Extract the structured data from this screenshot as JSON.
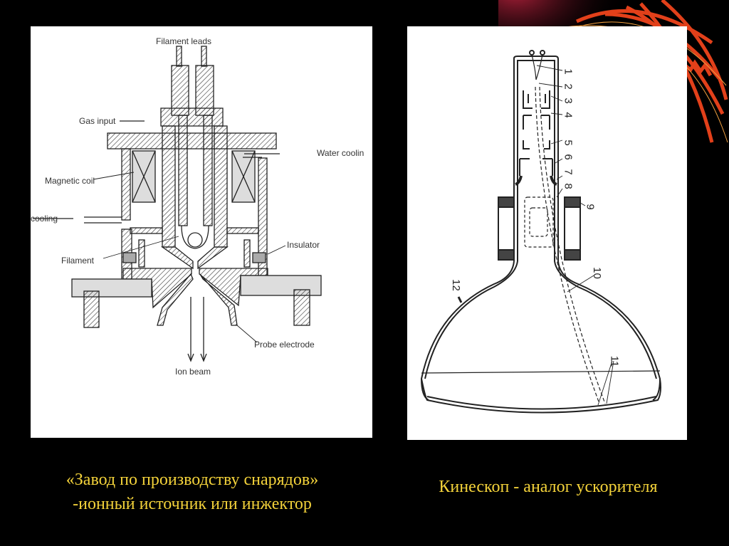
{
  "slide": {
    "left_figure": {
      "labels": {
        "filament_leads": "Filament leads",
        "gas_input": "Gas input",
        "water_cooling": "Water coolin",
        "magnetic_coil": "Magnetic coil",
        "cooling": "cooling",
        "insulator": "Insulator",
        "filament": "Filament",
        "probe_electrode": "Probe electrode",
        "ion_beam": "Ion beam"
      }
    },
    "right_figure": {
      "numbers": [
        "1",
        "2",
        "3",
        "4",
        "5",
        "6",
        "7",
        "8",
        "9",
        "10",
        "11",
        "12"
      ]
    },
    "captions": {
      "left_line1": "«Завод по производству снарядов»",
      "left_line2": "-ионный источник или инжектор",
      "right": "Кинескоп - аналог ускорителя"
    },
    "colors": {
      "caption": "#f3d23a",
      "background": "#000000",
      "accent": "#d8301a"
    }
  }
}
